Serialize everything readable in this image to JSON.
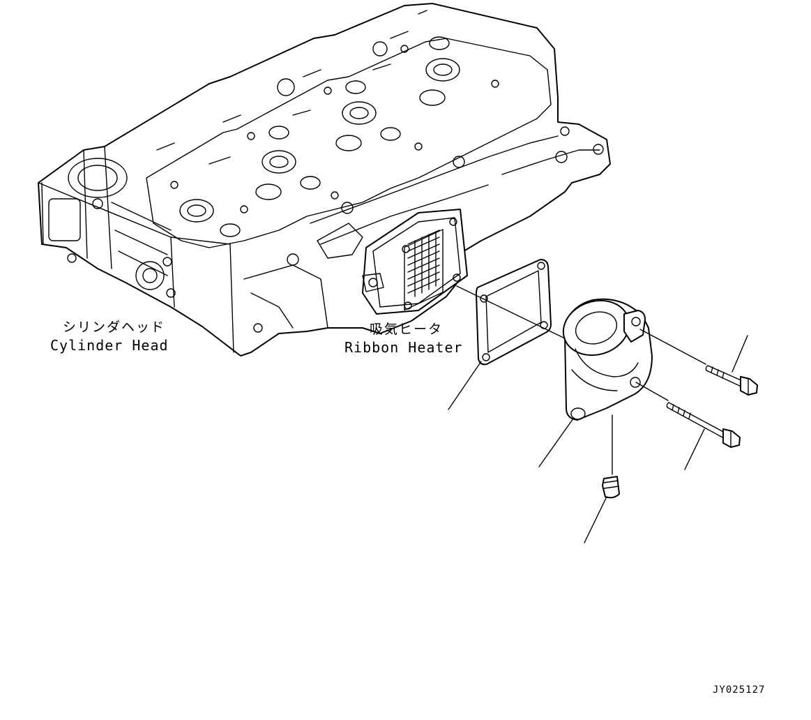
{
  "labels": {
    "cylinder_head_jp": "シリンダヘッド",
    "cylinder_head_en": "Cylinder Head",
    "ribbon_heater_jp": "吸気ヒータ",
    "ribbon_heater_en": "Ribbon Heater",
    "drawing_ref": "JY025127"
  },
  "parts": [
    {
      "id": "gasket",
      "icon": "gasket-icon"
    },
    {
      "id": "connector-housing",
      "icon": "water-connector-icon"
    },
    {
      "id": "short-bolt",
      "icon": "bolt-icon"
    },
    {
      "id": "long-bolt",
      "icon": "bolt-icon"
    },
    {
      "id": "plug",
      "icon": "plug-icon"
    }
  ],
  "colors": {
    "ink": "#000000",
    "paper": "#ffffff"
  }
}
